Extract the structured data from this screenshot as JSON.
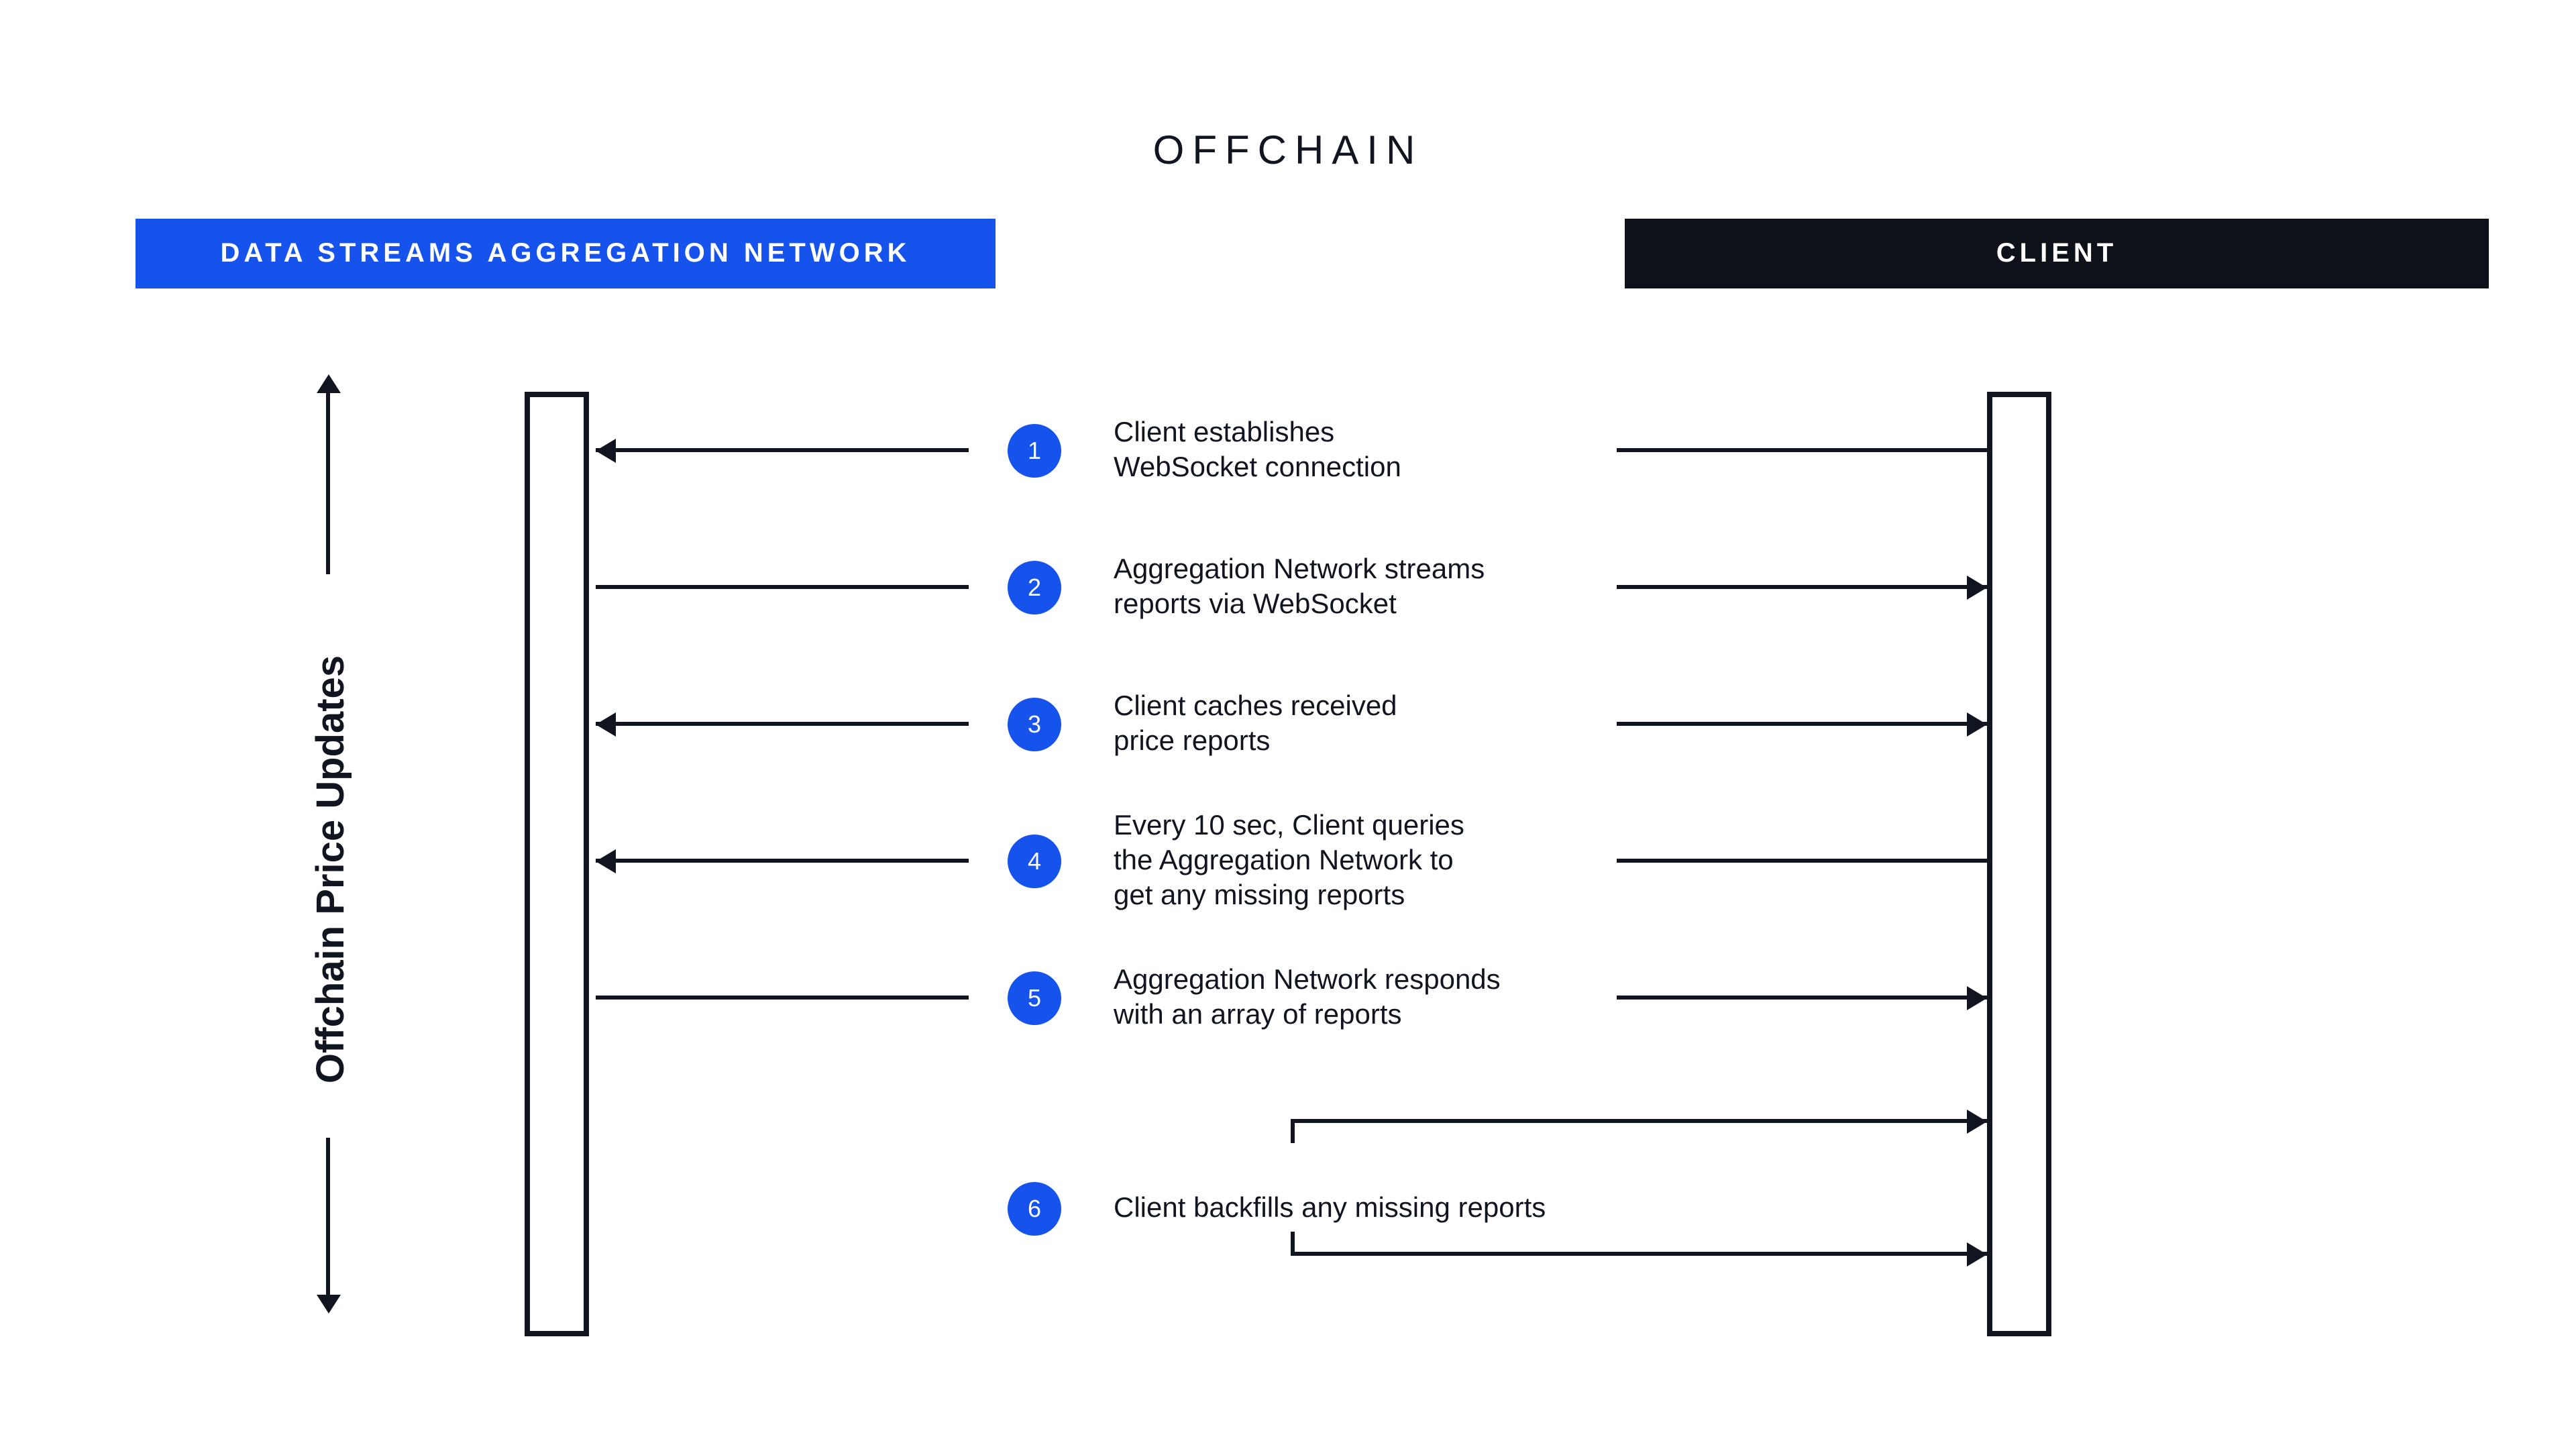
{
  "title": "OFFCHAIN",
  "colors": {
    "accent_blue": "#1553ec",
    "dark": "#10151f",
    "client_banner": "#0d111a"
  },
  "network": {
    "label": "DATA STREAMS AGGREGATION NETWORK"
  },
  "client": {
    "label": "CLIENT"
  },
  "axis": {
    "label": "Offchain Price Updates"
  },
  "steps": [
    {
      "num": "1",
      "lines": [
        "Client establishes",
        "WebSocket connection"
      ],
      "direction": "to_network"
    },
    {
      "num": "2",
      "lines": [
        "Aggregation Network streams",
        "reports via WebSocket"
      ],
      "direction": "to_client"
    },
    {
      "num": "3",
      "lines": [
        "Client caches received",
        "price reports"
      ],
      "direction": "bidirectional"
    },
    {
      "num": "4",
      "lines": [
        "Every 10 sec, Client queries",
        "the Aggregation Network to",
        "get any missing reports"
      ],
      "direction": "to_network"
    },
    {
      "num": "5",
      "lines": [
        "Aggregation Network responds",
        "with an array of reports"
      ],
      "direction": "to_client"
    },
    {
      "num": "6",
      "lines": [
        "Client backfills any missing reports"
      ],
      "direction": "client_self"
    }
  ]
}
